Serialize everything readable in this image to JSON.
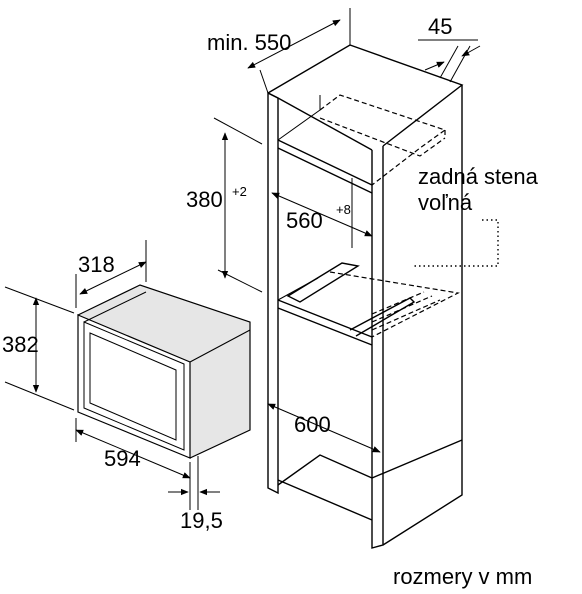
{
  "dimensions": {
    "min_550": "min. 550",
    "d45": "45",
    "h380_base": "380",
    "h380_tol": "+2",
    "w560_base": "560",
    "w560_tol": "+8",
    "w318": "318",
    "h382": "382",
    "w594": "594",
    "d19_5": "19,5",
    "d600": "600"
  },
  "notes": {
    "back_wall_line1": "zadná stena",
    "back_wall_line2": "voľná",
    "units": "rozmery v mm"
  }
}
